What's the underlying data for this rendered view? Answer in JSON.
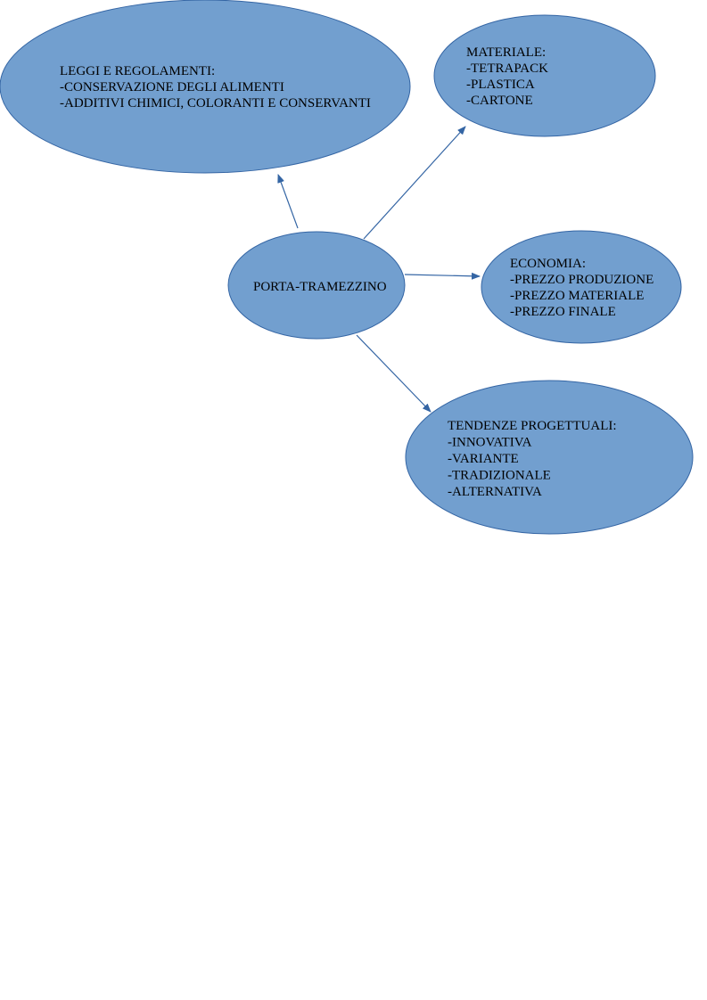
{
  "colors": {
    "node_fill": "#729fcf",
    "node_stroke": "#3465a4",
    "arrow": "#3465a4"
  },
  "center": {
    "label": "PORTA-TRAMEZZINO"
  },
  "nodes": {
    "leggi": {
      "lines": [
        "LEGGI E REGOLAMENTI:",
        "-CONSERVAZIONE DEGLI ALIMENTI",
        "-ADDITIVI CHIMICI, COLORANTI E CONSERVANTI"
      ]
    },
    "materiale": {
      "lines": [
        "MATERIALE:",
        "-TETRAPACK",
        "-PLASTICA",
        "-CARTONE"
      ]
    },
    "economia": {
      "lines": [
        "ECONOMIA:",
        "-PREZZO PRODUZIONE",
        "-PREZZO MATERIALE",
        "-PREZZO FINALE"
      ]
    },
    "tendenze": {
      "lines": [
        "TENDENZE PROGETTUALI:",
        "-INNOVATIVA",
        "-VARIANTE",
        "-TRADIZIONALE",
        "-ALTERNATIVA"
      ]
    }
  }
}
